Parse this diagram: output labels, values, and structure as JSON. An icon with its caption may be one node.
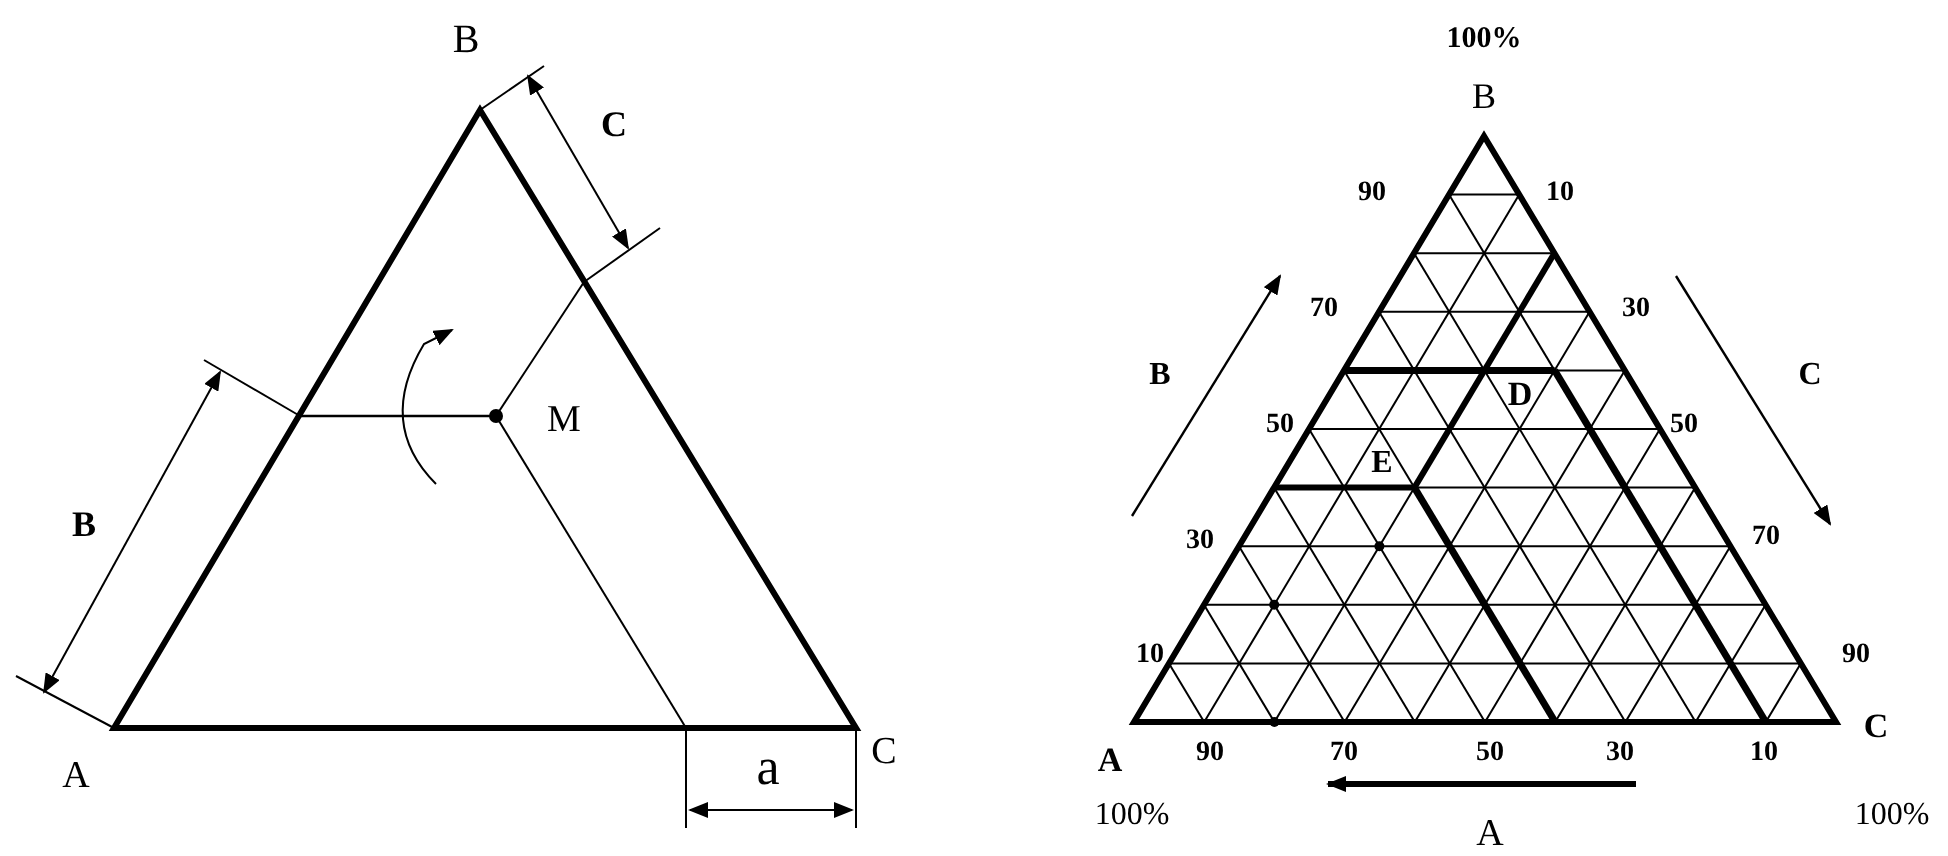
{
  "diagram": {
    "labels": [
      "B",
      "C",
      "M",
      "B",
      "A",
      "a",
      "C",
      "100%",
      "B",
      "90",
      "10",
      "70",
      "30",
      "B",
      "C",
      "D",
      "50",
      "50",
      "E",
      "30",
      "70",
      "10",
      "90",
      "C",
      "A",
      "90",
      "70",
      "50",
      "30",
      "10",
      "100%",
      "100%",
      "A"
    ]
  }
}
